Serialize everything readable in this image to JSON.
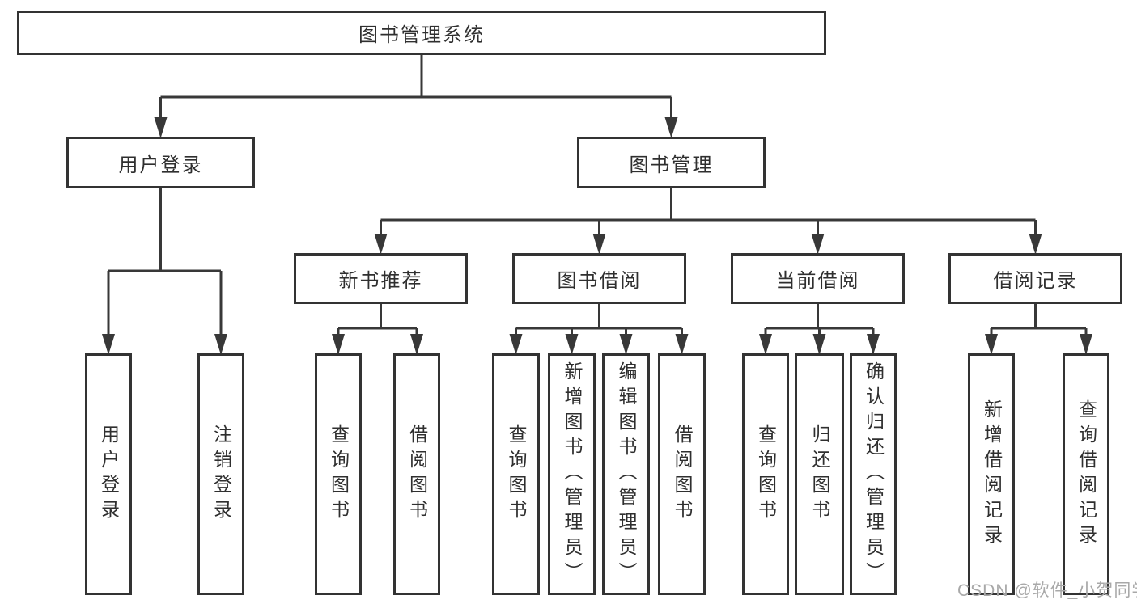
{
  "diagram": {
    "title": "图书管理系统",
    "watermark": "CSDN @软件_小贺同学",
    "colors": {
      "line": "#383838",
      "border": "#333333",
      "text": "#2f2f2f",
      "background": "#ffffff",
      "watermark": "#a8a8a8"
    },
    "nodes": [
      {
        "id": "root",
        "label": "图书管理系统",
        "parent": null,
        "orientation": "h"
      },
      {
        "id": "user-login-group",
        "label": "用户登录",
        "parent": "root",
        "orientation": "h"
      },
      {
        "id": "book-mgmt",
        "label": "图书管理",
        "parent": "root",
        "orientation": "h"
      },
      {
        "id": "new-books",
        "label": "新书推荐",
        "parent": "book-mgmt",
        "orientation": "h"
      },
      {
        "id": "book-borrow",
        "label": "图书借阅",
        "parent": "book-mgmt",
        "orientation": "h"
      },
      {
        "id": "current-borrow",
        "label": "当前借阅",
        "parent": "book-mgmt",
        "orientation": "h"
      },
      {
        "id": "borrow-records",
        "label": "借阅记录",
        "parent": "book-mgmt",
        "orientation": "h"
      },
      {
        "id": "user-login",
        "label": "用户登录",
        "parent": "user-login-group",
        "orientation": "v"
      },
      {
        "id": "logout",
        "label": "注销登录",
        "parent": "user-login-group",
        "orientation": "v"
      },
      {
        "id": "new-query-books",
        "label": "查询图书",
        "parent": "new-books",
        "orientation": "v"
      },
      {
        "id": "new-borrow-books",
        "label": "借阅图书",
        "parent": "new-books",
        "orientation": "v"
      },
      {
        "id": "bb-query-books",
        "label": "查询图书",
        "parent": "book-borrow",
        "orientation": "v"
      },
      {
        "id": "bb-add-books",
        "label": "新增图书（管理员）",
        "parent": "book-borrow",
        "orientation": "v"
      },
      {
        "id": "bb-edit-books",
        "label": "编辑图书（管理员）",
        "parent": "book-borrow",
        "orientation": "v"
      },
      {
        "id": "bb-borrow-books",
        "label": "借阅图书",
        "parent": "book-borrow",
        "orientation": "v"
      },
      {
        "id": "cb-query-books",
        "label": "查询图书",
        "parent": "current-borrow",
        "orientation": "v"
      },
      {
        "id": "cb-return-books",
        "label": "归还图书",
        "parent": "current-borrow",
        "orientation": "v"
      },
      {
        "id": "cb-confirm-return",
        "label": "确认归还（管理员）",
        "parent": "current-borrow",
        "orientation": "v"
      },
      {
        "id": "br-add-record",
        "label": "新增借阅记录",
        "parent": "borrow-records",
        "orientation": "v"
      },
      {
        "id": "br-query-record",
        "label": "查询借阅记录",
        "parent": "borrow-records",
        "orientation": "v"
      }
    ]
  }
}
